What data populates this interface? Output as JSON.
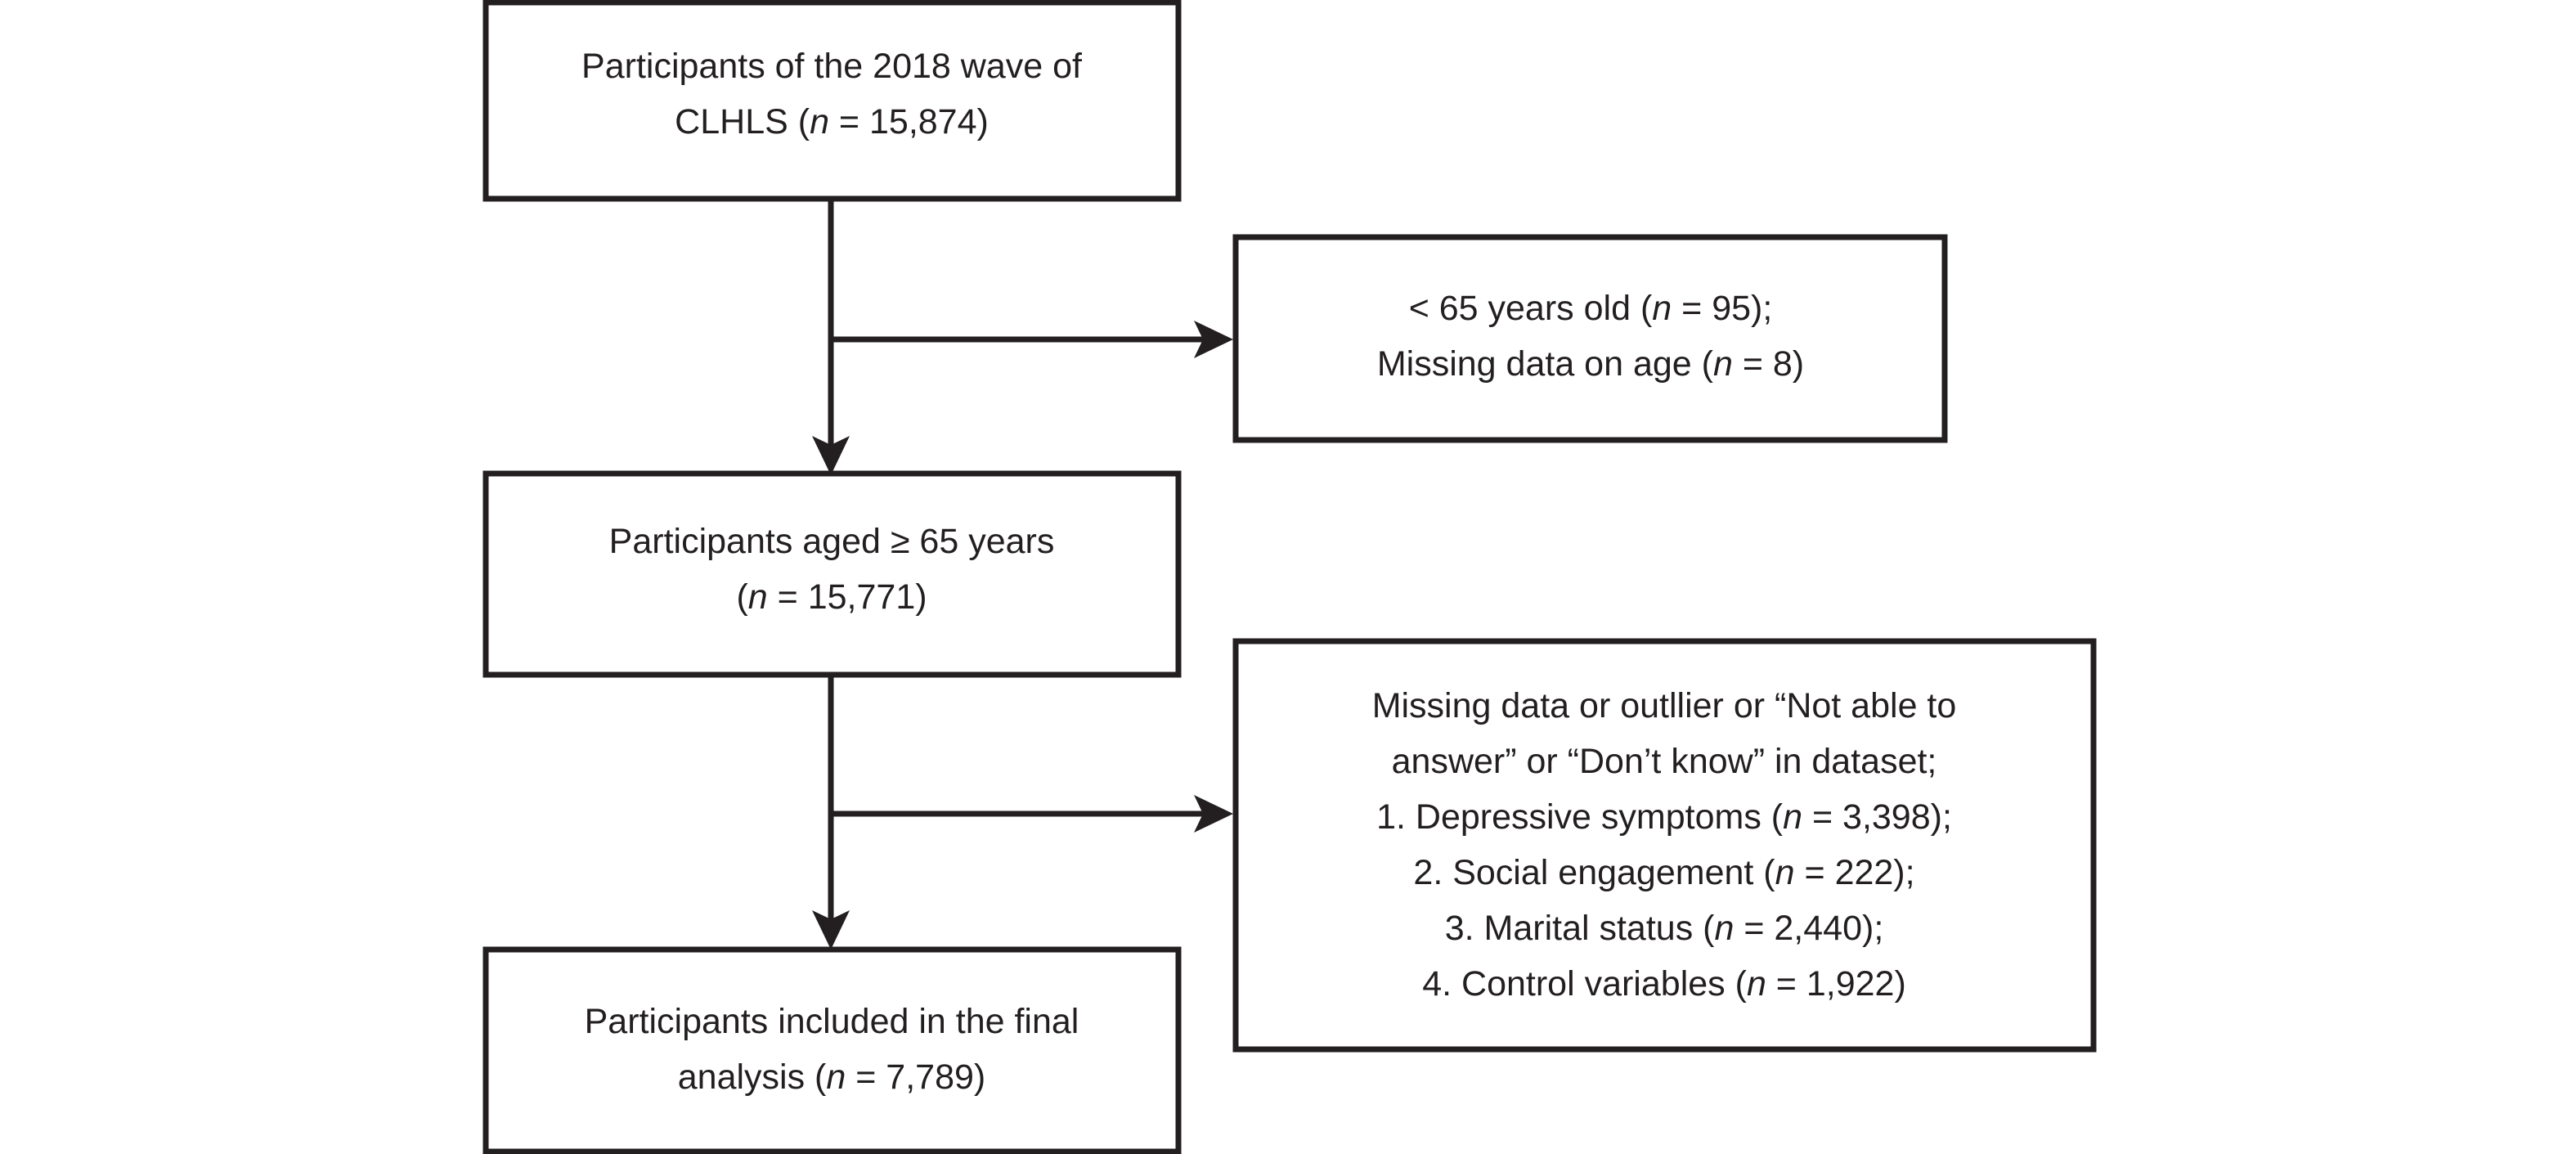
{
  "figure": {
    "type": "flowchart",
    "kind": "participant-selection-flow-diagram",
    "colors": {
      "stroke": "#231f20",
      "background": "#ffffff",
      "text": "#231f20"
    }
  },
  "nodes": {
    "source_population": {
      "id": "box-source-population",
      "lines": [
        {
          "parts": [
            {
              "t": "Participants of the 2018 wave of",
              "i": false
            }
          ]
        },
        {
          "parts": [
            {
              "t": "CLHLS (",
              "i": false
            },
            {
              "t": "n",
              "i": true
            },
            {
              "t": " = 15,874)",
              "i": false
            }
          ]
        }
      ],
      "n_value": "15,874"
    },
    "excluded_age": {
      "id": "box-excluded-age",
      "lines": [
        {
          "parts": [
            {
              "t": "< 65 years old (",
              "i": false
            },
            {
              "t": "n",
              "i": true
            },
            {
              "t": " = 95);",
              "i": false
            }
          ]
        },
        {
          "parts": [
            {
              "t": "Missing data on age (",
              "i": false
            },
            {
              "t": "n",
              "i": true
            },
            {
              "t": " = 8)",
              "i": false
            }
          ]
        }
      ]
    },
    "eligible_aged_65": {
      "id": "box-eligible-aged-65",
      "lines": [
        {
          "parts": [
            {
              "t": "Participants aged ≥ 65 years",
              "i": false
            }
          ]
        },
        {
          "parts": [
            {
              "t": "(",
              "i": false
            },
            {
              "t": "n",
              "i": true
            },
            {
              "t": " = 15,771)",
              "i": false
            }
          ]
        }
      ],
      "n_value": "15,771"
    },
    "excluded_missing": {
      "id": "box-excluded-missing-data",
      "lines": [
        {
          "parts": [
            {
              "t": "Missing data or outllier or “Not able to",
              "i": false
            }
          ]
        },
        {
          "parts": [
            {
              "t": "answer” or “Don’t know” in dataset;",
              "i": false
            }
          ]
        },
        {
          "parts": [
            {
              "t": "1. Depressive symptoms (",
              "i": false
            },
            {
              "t": "n",
              "i": true
            },
            {
              "t": " = 3,398);",
              "i": false
            }
          ]
        },
        {
          "parts": [
            {
              "t": "2. Social engagement (",
              "i": false
            },
            {
              "t": "n",
              "i": true
            },
            {
              "t": " = 222);",
              "i": false
            }
          ]
        },
        {
          "parts": [
            {
              "t": "3. Marital status (",
              "i": false
            },
            {
              "t": "n",
              "i": true
            },
            {
              "t": " = 2,440);",
              "i": false
            }
          ]
        },
        {
          "parts": [
            {
              "t": "4. Control variables (",
              "i": false
            },
            {
              "t": "n",
              "i": true
            },
            {
              "t": " = 1,922)",
              "i": false
            }
          ]
        }
      ]
    },
    "final_analysis": {
      "id": "box-final-analysis",
      "lines": [
        {
          "parts": [
            {
              "t": "Participants included in the final",
              "i": false
            }
          ]
        },
        {
          "parts": [
            {
              "t": "analysis (",
              "i": false
            },
            {
              "t": "n",
              "i": true
            },
            {
              "t": " = 7,789)",
              "i": false
            }
          ]
        }
      ],
      "n_value": "7,789"
    }
  },
  "edges": [
    {
      "id": "edge-source-to-eligible",
      "from": "source_population",
      "to": "eligible_aged_65",
      "direction": "down"
    },
    {
      "id": "edge-source-to-excluded-age",
      "from": "source_population",
      "to": "excluded_age",
      "direction": "right"
    },
    {
      "id": "edge-eligible-to-final",
      "from": "eligible_aged_65",
      "to": "final_analysis",
      "direction": "down"
    },
    {
      "id": "edge-eligible-to-excluded-missing",
      "from": "eligible_aged_65",
      "to": "excluded_missing",
      "direction": "right"
    }
  ]
}
